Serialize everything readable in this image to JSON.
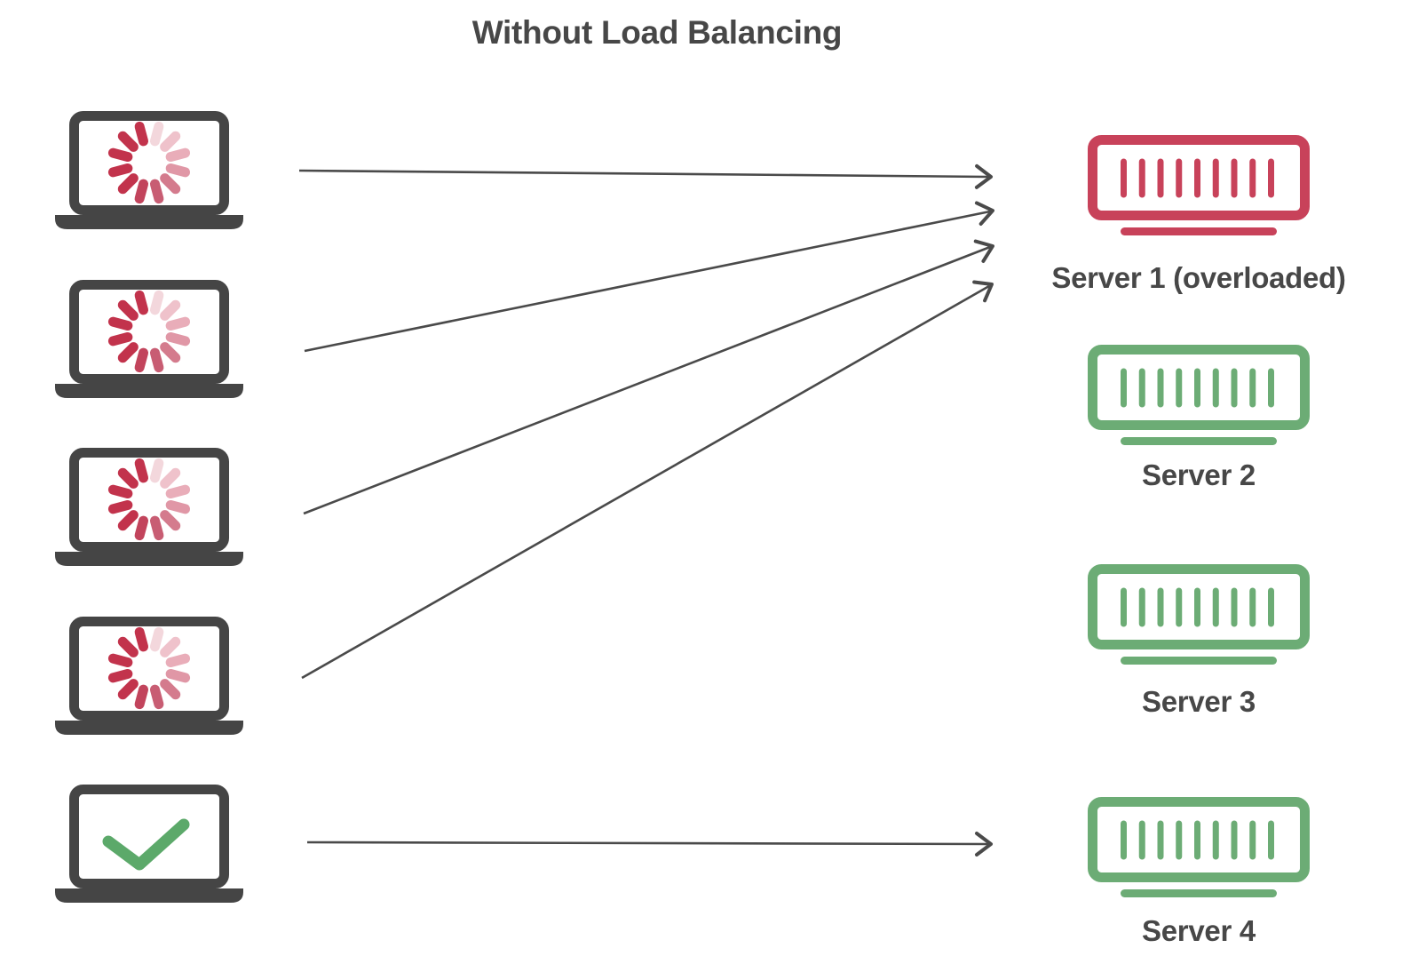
{
  "title": "Without Load Balancing",
  "colors": {
    "laptop_body": "#454545",
    "arrow": "#4a4a4a",
    "label_text": "#474747",
    "server_ok": "#6cac75",
    "server_overloaded": "#c8425a",
    "check": "#5ca96a",
    "spinner_dark": "#c2334c"
  },
  "clients": [
    {
      "id": "client-1",
      "status": "loading"
    },
    {
      "id": "client-2",
      "status": "loading"
    },
    {
      "id": "client-3",
      "status": "loading"
    },
    {
      "id": "client-4",
      "status": "loading"
    },
    {
      "id": "client-5",
      "status": "ok"
    }
  ],
  "servers": [
    {
      "id": "server-1",
      "label": "Server 1 (overloaded)",
      "status": "overloaded"
    },
    {
      "id": "server-2",
      "label": "Server 2",
      "status": "ok"
    },
    {
      "id": "server-3",
      "label": "Server 3",
      "status": "ok"
    },
    {
      "id": "server-4",
      "label": "Server 4",
      "status": "ok"
    }
  ],
  "connections": [
    {
      "from": "client-1",
      "to": "server-1"
    },
    {
      "from": "client-2",
      "to": "server-1"
    },
    {
      "from": "client-3",
      "to": "server-1"
    },
    {
      "from": "client-4",
      "to": "server-1"
    },
    {
      "from": "client-5",
      "to": "server-4"
    }
  ],
  "spinner_segment_colors": [
    "#c2334c",
    "#f3d7dc",
    "#efc2cb",
    "#e9adb9",
    "#e097a6",
    "#d47b8d",
    "#c85d73",
    "#c2445c",
    "#c2334c",
    "#c2334c",
    "#c2334c",
    "#c2334c"
  ],
  "vent_bar_count": 9
}
